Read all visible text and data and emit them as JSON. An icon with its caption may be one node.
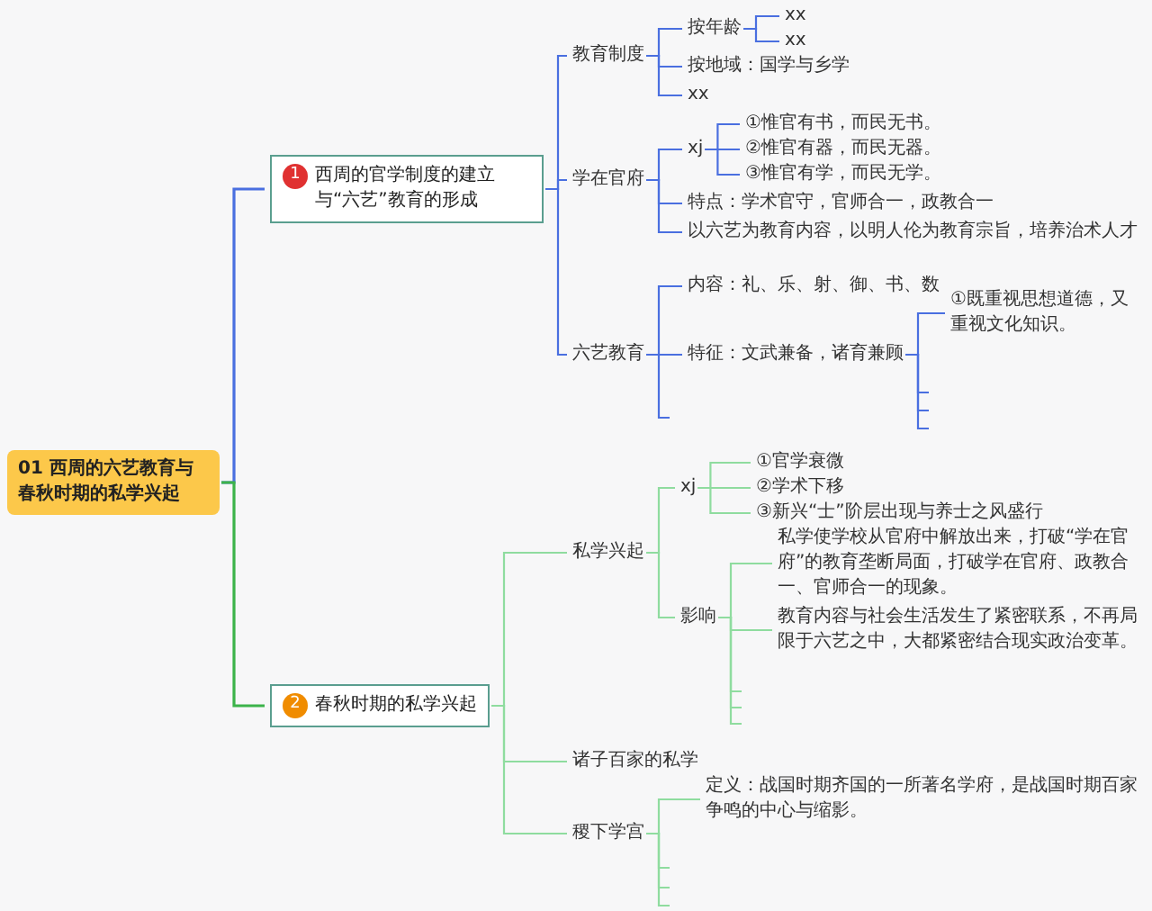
{
  "diagram": {
    "nodes": [
      {
        "text": [
          "01 西周的六艺教育与春秋时期的私学兴起"
        ]
      },
      {
        "text": [
          "1",
          "西周的官学制度的建立与“六艺”教育的形成"
        ]
      },
      {
        "text": [
          "教育制度"
        ]
      },
      {
        "text": [
          "按年龄"
        ]
      },
      {
        "text": [
          "xx"
        ]
      },
      {
        "text": [
          "xx"
        ]
      },
      {
        "text": [
          "按地域：国学与乡学"
        ]
      },
      {
        "text": [
          "xx"
        ]
      },
      {
        "text": [
          "学在官府"
        ]
      },
      {
        "text": [
          "xj"
        ]
      },
      {
        "text": [
          "①惟官有书，而民无书。"
        ]
      },
      {
        "text": [
          "②惟官有器，而民无器。"
        ]
      },
      {
        "text": [
          "③惟官有学，而民无学。"
        ]
      },
      {
        "text": [
          "特点：学术官守，官师合一，政教合一"
        ]
      },
      {
        "text": [
          "以六艺为教育内容，以明人伦为教育宗旨，培养治术人才"
        ]
      },
      {
        "text": [
          "六艺教育"
        ]
      },
      {
        "text": [
          "内容：礼、乐、射、御、书、数"
        ]
      },
      {
        "text": [
          "特征：文武兼备，诸育兼顾"
        ]
      },
      {
        "text": [
          "①既重视思想道德，又重视文化知识。"
        ]
      },
      {
        "text": [
          "2",
          "春秋时期的私学兴起"
        ]
      },
      {
        "text": [
          "私学兴起"
        ]
      },
      {
        "text": [
          "xj"
        ]
      },
      {
        "text": [
          "①官学衰微"
        ]
      },
      {
        "text": [
          "②学术下移"
        ]
      },
      {
        "text": [
          "③新兴“士”阶层出现与养士之风盛行"
        ]
      },
      {
        "text": [
          "影响"
        ]
      },
      {
        "text": [
          "私学使学校从官府中解放出来，打破“学在官府”的教育垄断局面，打破学在官府、政教合一、官师合一的现象。"
        ]
      },
      {
        "text": [
          "教育内容与社会生活发生了紧密联系，不再局限于六艺之中，大都紧密结合现实政治变革。"
        ]
      },
      {
        "text": [
          "诸子百家的私学"
        ]
      },
      {
        "text": [
          "稷下学宫"
        ]
      },
      {
        "text": [
          "定义：战国时期齐国的一所著名学府，是战国时期百家争鸣的中心与缩影。"
        ]
      }
    ],
    "edges": [
      {
        "from": 0,
        "to": 1,
        "arrow": "none"
      },
      {
        "from": 0,
        "to": 19,
        "arrow": "none",
        "color": "#3cb34a"
      },
      {
        "from": 1,
        "to": 2,
        "arrow": "none"
      },
      {
        "from": 1,
        "to": 8,
        "arrow": "none"
      },
      {
        "from": 1,
        "to": 15,
        "arrow": "none"
      },
      {
        "from": 2,
        "to": 3,
        "arrow": "none"
      },
      {
        "from": 2,
        "to": 6,
        "arrow": "none"
      },
      {
        "from": 2,
        "to": 7,
        "arrow": "none"
      },
      {
        "from": 3,
        "to": 4,
        "arrow": "none"
      },
      {
        "from": 3,
        "to": 5,
        "arrow": "none"
      },
      {
        "from": 8,
        "to": 9,
        "arrow": "none"
      },
      {
        "from": 8,
        "to": 13,
        "arrow": "none"
      },
      {
        "from": 8,
        "to": 14,
        "arrow": "none"
      },
      {
        "from": 9,
        "to": 10,
        "arrow": "none"
      },
      {
        "from": 9,
        "to": 11,
        "arrow": "none"
      },
      {
        "from": 9,
        "to": 12,
        "arrow": "none"
      },
      {
        "from": 15,
        "to": 16,
        "arrow": "none"
      },
      {
        "from": 15,
        "to": 17,
        "arrow": "none"
      },
      {
        "from": 15,
        "to": null,
        "arrow": "none"
      },
      {
        "from": 17,
        "to": 18,
        "arrow": "none"
      },
      {
        "from": 17,
        "to": null,
        "arrow": "none"
      },
      {
        "from": 17,
        "to": null,
        "arrow": "none"
      },
      {
        "from": 17,
        "to": null,
        "arrow": "none"
      },
      {
        "from": 19,
        "to": 20,
        "arrow": "none",
        "color": "#8fdc9f"
      },
      {
        "from": 19,
        "to": 28,
        "arrow": "none",
        "color": "#8fdc9f"
      },
      {
        "from": 19,
        "to": 29,
        "arrow": "none",
        "color": "#8fdc9f"
      },
      {
        "from": 20,
        "to": 21,
        "arrow": "none",
        "color": "#8fdc9f"
      },
      {
        "from": 20,
        "to": 25,
        "arrow": "none",
        "color": "#8fdc9f"
      },
      {
        "from": 21,
        "to": 22,
        "arrow": "none",
        "color": "#8fdc9f"
      },
      {
        "from": 21,
        "to": 23,
        "arrow": "none",
        "color": "#8fdc9f"
      },
      {
        "from": 21,
        "to": 24,
        "arrow": "none",
        "color": "#8fdc9f"
      },
      {
        "from": 25,
        "to": 26,
        "arrow": "none",
        "color": "#8fdc9f"
      },
      {
        "from": 25,
        "to": 27,
        "arrow": "none",
        "color": "#8fdc9f"
      },
      {
        "from": 25,
        "to": null,
        "arrow": "none",
        "color": "#8fdc9f"
      },
      {
        "from": 25,
        "to": null,
        "arrow": "none",
        "color": "#8fdc9f"
      },
      {
        "from": 25,
        "to": null,
        "arrow": "none",
        "color": "#8fdc9f"
      },
      {
        "from": 29,
        "to": 30,
        "arrow": "none",
        "color": "#8fdc9f"
      },
      {
        "from": 29,
        "to": null,
        "arrow": "none",
        "color": "#8fdc9f"
      },
      {
        "from": 29,
        "to": null,
        "arrow": "none",
        "color": "#8fdc9f"
      },
      {
        "from": 29,
        "to": null,
        "arrow": "none",
        "color": "#8fdc9f"
      }
    ]
  }
}
